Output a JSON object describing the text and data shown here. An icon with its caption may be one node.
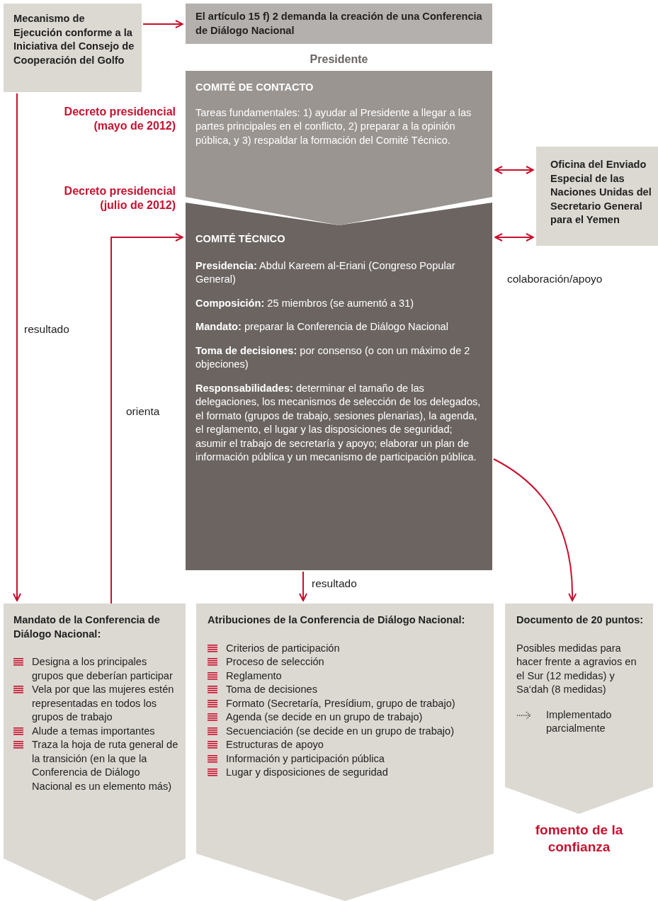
{
  "diagram": {
    "nodes": [
      {
        "text": [
          "Mecanismo de Ejecución conforme a la Iniciativa del Consejo de Cooperación del Golfo"
        ]
      },
      {
        "text": [
          "El artículo 15 f) 2 demanda la creación de una Conferencia de Diálogo Nacional"
        ]
      },
      {
        "text": [
          "COMITÉ DE CONTACTO",
          "Tareas fundamentales: 1) ayudar al Presidente a llegar a las partes principales en el conflicto, 2) preparar a la opinión pública, y 3) respaldar la formación del Comité Técnico."
        ],
        "beside": [
          "Presidente",
          "Decreto presidencial (mayo de 2012)"
        ]
      },
      {
        "text": [
          "Oficina del Enviado Especial de las Naciones Unidas del Secretario General para el Yemen"
        ]
      },
      {
        "text": [
          "COMITÉ TÉCNICO",
          "**Presidencia:** Abdul Kareem al-Eriani (Congreso Popular General)",
          "**Composición:** 25 miembros (se aumentó a 31)",
          "**Mandato:** preparar la Conferencia de Diálogo Nacional",
          "**Toma de decisiones:** por consenso (o con un máximo de 2 objeciones)",
          "**Responsabilidades:** determinar el tamaño de las delegaciones, los mecanismos de selección de los delegados, el formato (grupos de trabajo, sesiones plenarias), la agenda, el reglamento, el lugar y las disposiciones de seguridad; asumir el trabajo de secretaría y apoyo; elaborar un plan de información pública y un mecanismo de participación pública."
        ],
        "beside": [
          "Decreto presidencial (julio de 2012)"
        ]
      },
      {
        "text": [
          "Mandato de la Conferencia de Diálogo Nacional:",
          "Designa a los principales grupos que deberían participar",
          "Vela por que las mujeres estén representadas en todos los grupos de trabajo",
          "Alude a temas importantes",
          "Traza la hoja de ruta general de la transición (en la que la Conferencia de Diálogo Nacional es un elemento más)"
        ]
      },
      {
        "text": [
          "Atribuciones de la Conferencia de Diálogo Nacional:",
          "Criterios de participación",
          "Proceso de selección",
          "Reglamento",
          "Toma de decisiones",
          "Formato (Secretaría, Presídium, grupo de trabajo)",
          "Agenda (se decide en un grupo de trabajo)",
          "Secuenciación (se decide en un grupo de trabajo)",
          "Estructuras de apoyo",
          "Información y participación pública",
          "Lugar y disposiciones de seguridad"
        ]
      },
      {
        "text": [
          "Documento de 20 puntos:",
          "Posibles medidas para hacer frente a agravios en el Sur (12 medidas) y Sa‘dah (8 medidas)",
          "Implementado parcialmente"
        ],
        "beside": [
          "fomento de la confianza"
        ]
      }
    ],
    "edges": [
      {
        "from": 0,
        "to": 1,
        "arrow": "to"
      },
      {
        "from": 0,
        "to": 5,
        "arrow": "to",
        "label": "resultado"
      },
      {
        "from": 2,
        "to": 3,
        "arrow": "both"
      },
      {
        "from": 4,
        "to": 3,
        "arrow": "both",
        "label": "colaboración/apoyo"
      },
      {
        "from": 5,
        "to": 4,
        "arrow": "to",
        "label": "orienta"
      },
      {
        "from": 4,
        "to": 6,
        "arrow": "to",
        "label": "resultado"
      },
      {
        "from": 4,
        "to": 7,
        "arrow": "to"
      }
    ]
  }
}
